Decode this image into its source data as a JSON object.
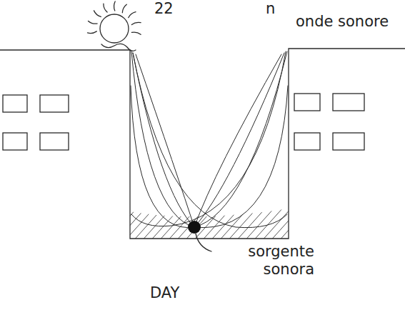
{
  "diagram": {
    "labels": [
      "22",
      "n",
      "onde sonore",
      "sorgente sonora",
      "DAY"
    ]
  }
}
